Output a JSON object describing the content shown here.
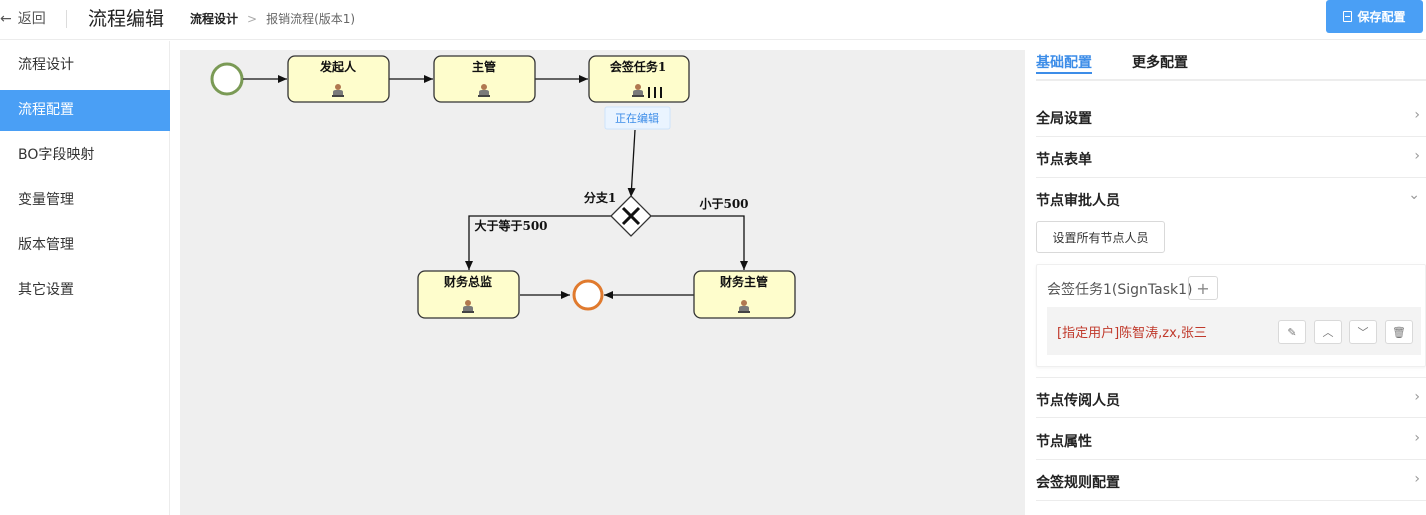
{
  "header": {
    "back_label": "返回",
    "title": "流程编辑",
    "breadcrumb": [
      "流程设计",
      "报销流程(版本1)"
    ],
    "save_label": "保存配置"
  },
  "sidebar": {
    "items": [
      {
        "label": "流程设计",
        "active": false
      },
      {
        "label": "流程配置",
        "active": true
      },
      {
        "label": "BO字段映射",
        "active": false
      },
      {
        "label": "变量管理",
        "active": false
      },
      {
        "label": "版本管理",
        "active": false
      },
      {
        "label": "其它设置",
        "active": false
      }
    ]
  },
  "diagram": {
    "tasks": {
      "initiator": "发起人",
      "supervisor": "主管",
      "sign_task": "会签任务1",
      "finance_director": "财务总监",
      "finance_supervisor": "财务主管"
    },
    "editing_badge": "正在编辑",
    "gateway_label": "分支1",
    "branch_left": "大于等于500",
    "branch_right": "小于500"
  },
  "panel": {
    "tabs": [
      "基础配置",
      "更多配置"
    ],
    "active_tab": 0,
    "sections": {
      "global": "全局设置",
      "form": "节点表单",
      "approvers": "节点审批人员",
      "cc": "节点传阅人员",
      "props": "节点属性",
      "sign_rules": "会签规则配置"
    },
    "set_all_label": "设置所有节点人员",
    "approver_node": "会签任务1(SignTask1)",
    "approver_entry": "[指定用户]陈智涛,zx,张三"
  },
  "colors": {
    "accent": "#4a9ff5",
    "task_fill": "#fefdcc",
    "start_event": "#7a9a55",
    "end_event": "#e07a2e",
    "approver_text": "#c0392b"
  }
}
